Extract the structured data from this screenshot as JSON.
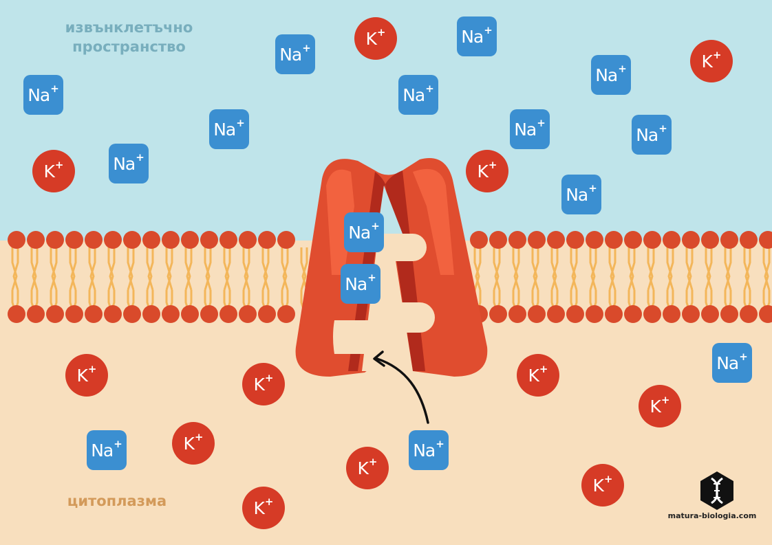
{
  "labels": {
    "extracellular": "извънклетъчно пространство",
    "cytoplasm": "цитоплазма",
    "website": "matura-biologia.com"
  },
  "ion_text": {
    "sodium_symbol": "Na",
    "potassium_symbol": "K",
    "charge": "+"
  },
  "colors": {
    "extracellular_bg": "#bfe4ea",
    "cytoplasm_bg": "#f8dfbe",
    "sodium_ion": "#3b8fd1",
    "potassium_ion": "#d63b26",
    "membrane_heads": "#d94a2b",
    "membrane_tails": "#f3b65a",
    "pump_protein": "#e04d2f"
  },
  "icons": [
    "arrow-icon",
    "dna-logo-icon"
  ]
}
